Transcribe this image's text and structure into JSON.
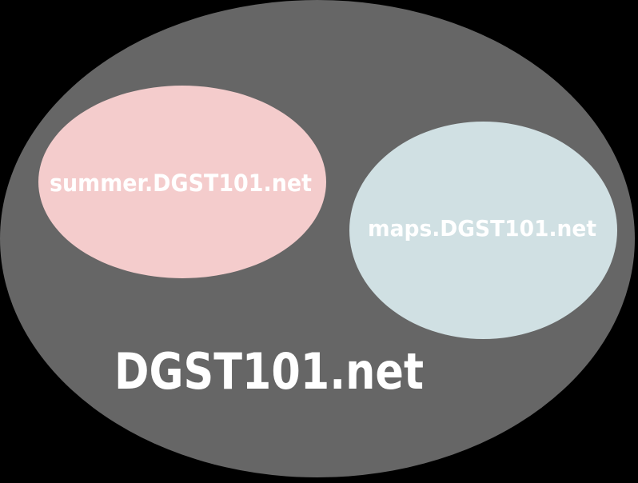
{
  "diagram": {
    "type": "nested-sets",
    "background_color": "#000000",
    "outer": {
      "label": "DGST101.net",
      "color": "#666666",
      "text_color": "#ffffff"
    },
    "inner": [
      {
        "label": "summer.DGST101.net",
        "color": "#f4cccc",
        "text_color": "#ffffff"
      },
      {
        "label": "maps.DGST101.net",
        "color": "#d0e0e3",
        "text_color": "#ffffff"
      }
    ]
  }
}
